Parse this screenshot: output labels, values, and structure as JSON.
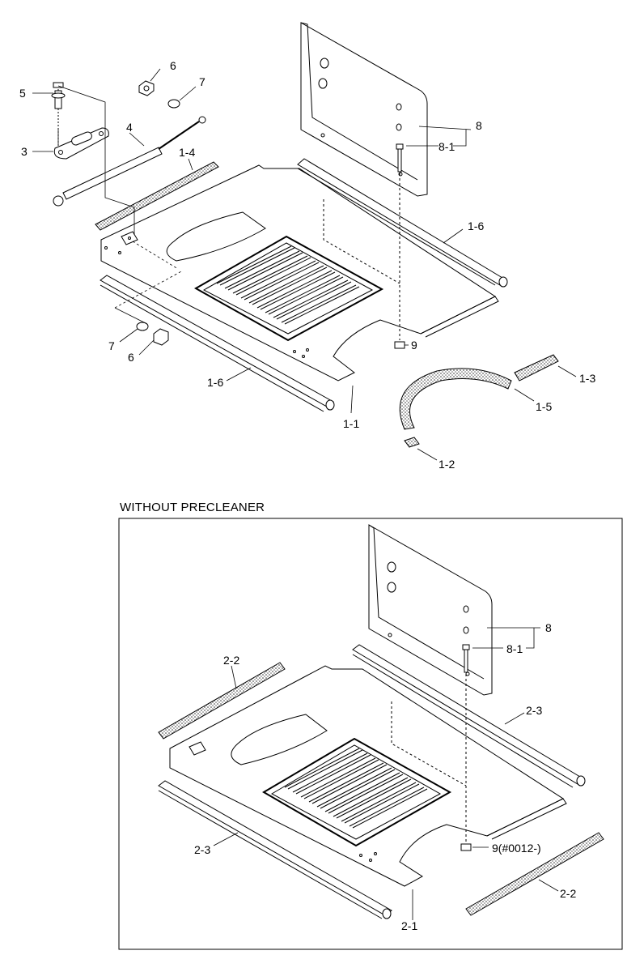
{
  "upper_diagram": {
    "callouts": {
      "c5": "5",
      "c6a": "6",
      "c7a": "7",
      "c3": "3",
      "c4": "4",
      "c1_4": "1-4",
      "c8": "8",
      "c8_1": "8-1",
      "c1_6a": "1-6",
      "c9": "9",
      "c7b": "7",
      "c6b": "6",
      "c1_6b": "1-6",
      "c1_1": "1-1",
      "c1_3": "1-3",
      "c1_5": "1-5",
      "c1_2": "1-2"
    }
  },
  "lower_diagram": {
    "title": "WITHOUT PRECLEANER",
    "callouts": {
      "c8": "8",
      "c8_1": "8-1",
      "c2_2a": "2-2",
      "c2_3a": "2-3",
      "c2_3b": "2-3",
      "c9": "9(#0012-)",
      "c2_2b": "2-2",
      "c2_1": "2-1"
    }
  }
}
